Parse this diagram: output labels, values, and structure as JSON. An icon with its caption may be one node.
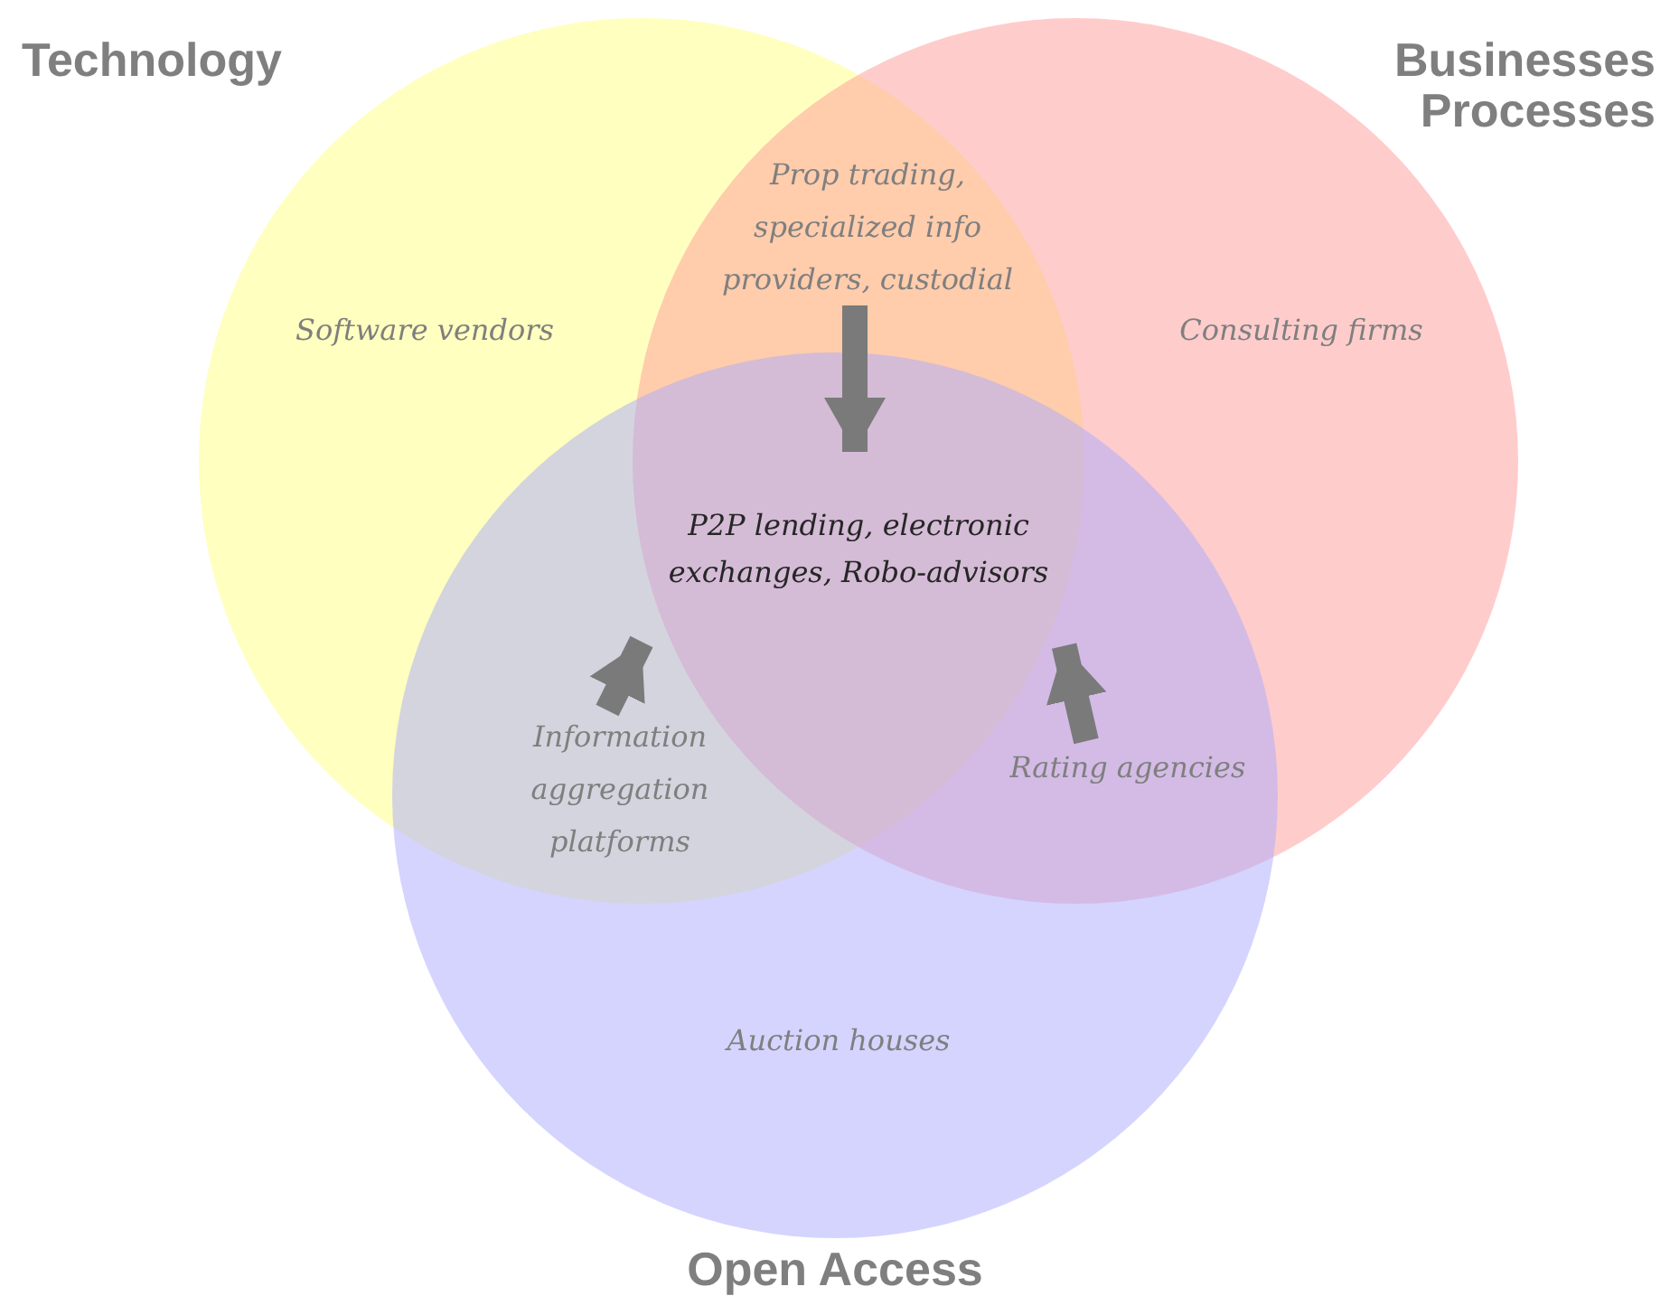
{
  "diagram": {
    "nodes": [
      {
        "text": [
          "Technology"
        ]
      },
      {
        "text": [
          "Businesses Processes"
        ]
      },
      {
        "text": [
          "Open Access"
        ]
      },
      {
        "text": [
          "Software vendors"
        ],
        "in": 0
      },
      {
        "text": [
          "Prop trading, specialized info providers, custodial"
        ]
      },
      {
        "text": [
          "Consulting firms"
        ],
        "in": 1
      },
      {
        "text": [
          "P2P lending, electronic exchanges, Robo-advisors"
        ]
      },
      {
        "text": [
          "Information aggregation platforms"
        ]
      },
      {
        "text": [
          "Rating agencies"
        ]
      },
      {
        "text": [
          "Auction houses"
        ],
        "in": 2
      }
    ],
    "edges": [
      {
        "from": 4,
        "to": 6,
        "arrow": "to"
      },
      {
        "from": 7,
        "to": 6,
        "arrow": "to"
      },
      {
        "from": 8,
        "to": 6,
        "arrow": "to"
      }
    ]
  }
}
